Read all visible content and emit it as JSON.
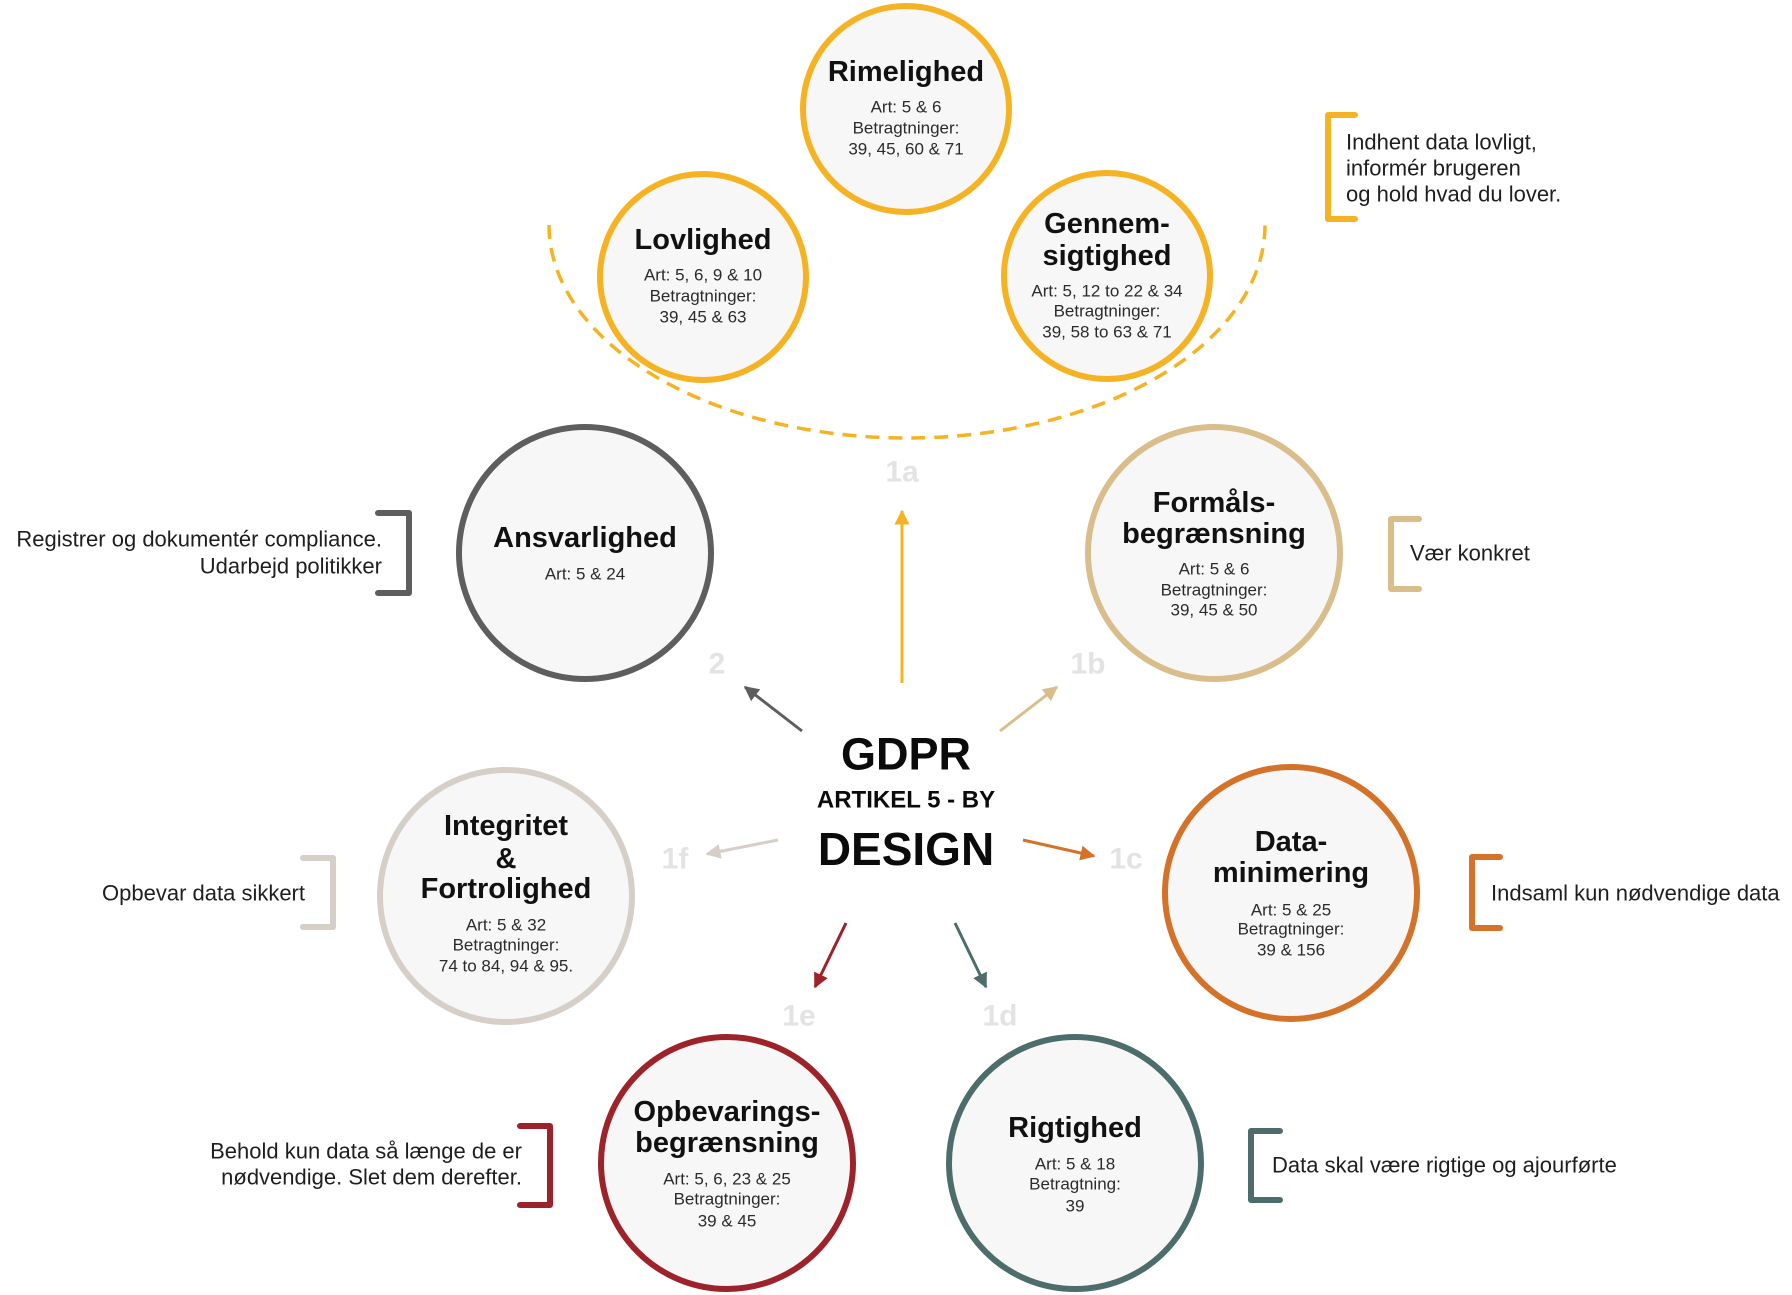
{
  "center": {
    "line1": "GDPR",
    "line2": "ARTIKEL 5 - BY",
    "line3": "DESIGN"
  },
  "principles": {
    "rimelighed": {
      "title": [
        "Rimelighed"
      ],
      "details": [
        "Art: 5 & 6",
        "Betragtninger:",
        "39, 45, 60 & 71"
      ],
      "color": "#F5B324"
    },
    "lovlighed": {
      "title": [
        "Lovlighed"
      ],
      "details": [
        "Art: 5, 6, 9 & 10",
        "Betragtninger:",
        "39, 45 & 63"
      ],
      "color": "#F5B324"
    },
    "gennemsigtighed": {
      "title": [
        "Gennem-",
        "sigtighed"
      ],
      "details": [
        "Art: 5, 12 to 22 & 34",
        "Betragtninger:",
        "39, 58 to 63 & 71"
      ],
      "color": "#F5B324"
    },
    "ansvarlighed": {
      "title": [
        "Ansvarlighed"
      ],
      "details": [
        "Art: 5 & 24"
      ],
      "color": "#5E5E5E"
    },
    "formaalsbegraensning": {
      "title": [
        "Formåls-",
        "begrænsning"
      ],
      "details": [
        "Art: 5 & 6",
        "Betragtninger:",
        "39, 45 & 50"
      ],
      "color": "#D9BE8C"
    },
    "integritet": {
      "title": [
        "Integritet",
        "&",
        "Fortrolighed"
      ],
      "details": [
        "Art: 5 & 32",
        "Betragtninger:",
        "74 to 84, 94 & 95."
      ],
      "color": "#D6CFC8"
    },
    "dataminimering": {
      "title": [
        "Data-",
        "minimering"
      ],
      "details": [
        "Art: 5 & 25",
        "Betragtninger:",
        "39 & 156"
      ],
      "color": "#D4722A"
    },
    "opbevaringsbegraensning": {
      "title": [
        "Opbevarings-",
        "begrænsning"
      ],
      "details": [
        "Art: 5, 6, 23 & 25",
        "Betragtninger:",
        "39 & 45"
      ],
      "color": "#9E2229"
    },
    "rigtighed": {
      "title": [
        "Rigtighed"
      ],
      "details": [
        "Art: 5 & 18",
        "Betragtning:",
        "39"
      ],
      "color": "#4D6D6C"
    }
  },
  "step_labels": {
    "s1a": "1a",
    "s1b": "1b",
    "s1c": "1c",
    "s1d": "1d",
    "s1e": "1e",
    "s1f": "1f",
    "s2": "2"
  },
  "notes": {
    "lawful": [
      "Indhent data lovligt,",
      "informér brugeren",
      "og hold hvad du lover."
    ],
    "accountability": [
      "Registrer og dokumentér compliance.",
      "Udarbejd politikker"
    ],
    "purpose": [
      "Vær konkret"
    ],
    "integrity": [
      "Opbevar data sikkert"
    ],
    "minimisation": [
      "Indsaml kun nødvendige data"
    ],
    "storage": [
      "Behold kun data så længe de er",
      "nødvendige. Slet dem derefter."
    ],
    "accuracy": [
      "Data skal være rigtige og ajourførte"
    ]
  },
  "colors": {
    "background": "#FFFFFF",
    "circle_fill": "#F7F7F7",
    "title_text": "#111111",
    "detail_text": "#2B2B2B",
    "step_label": "#E3E3E3",
    "lawfulness_group": "#F5B324"
  }
}
